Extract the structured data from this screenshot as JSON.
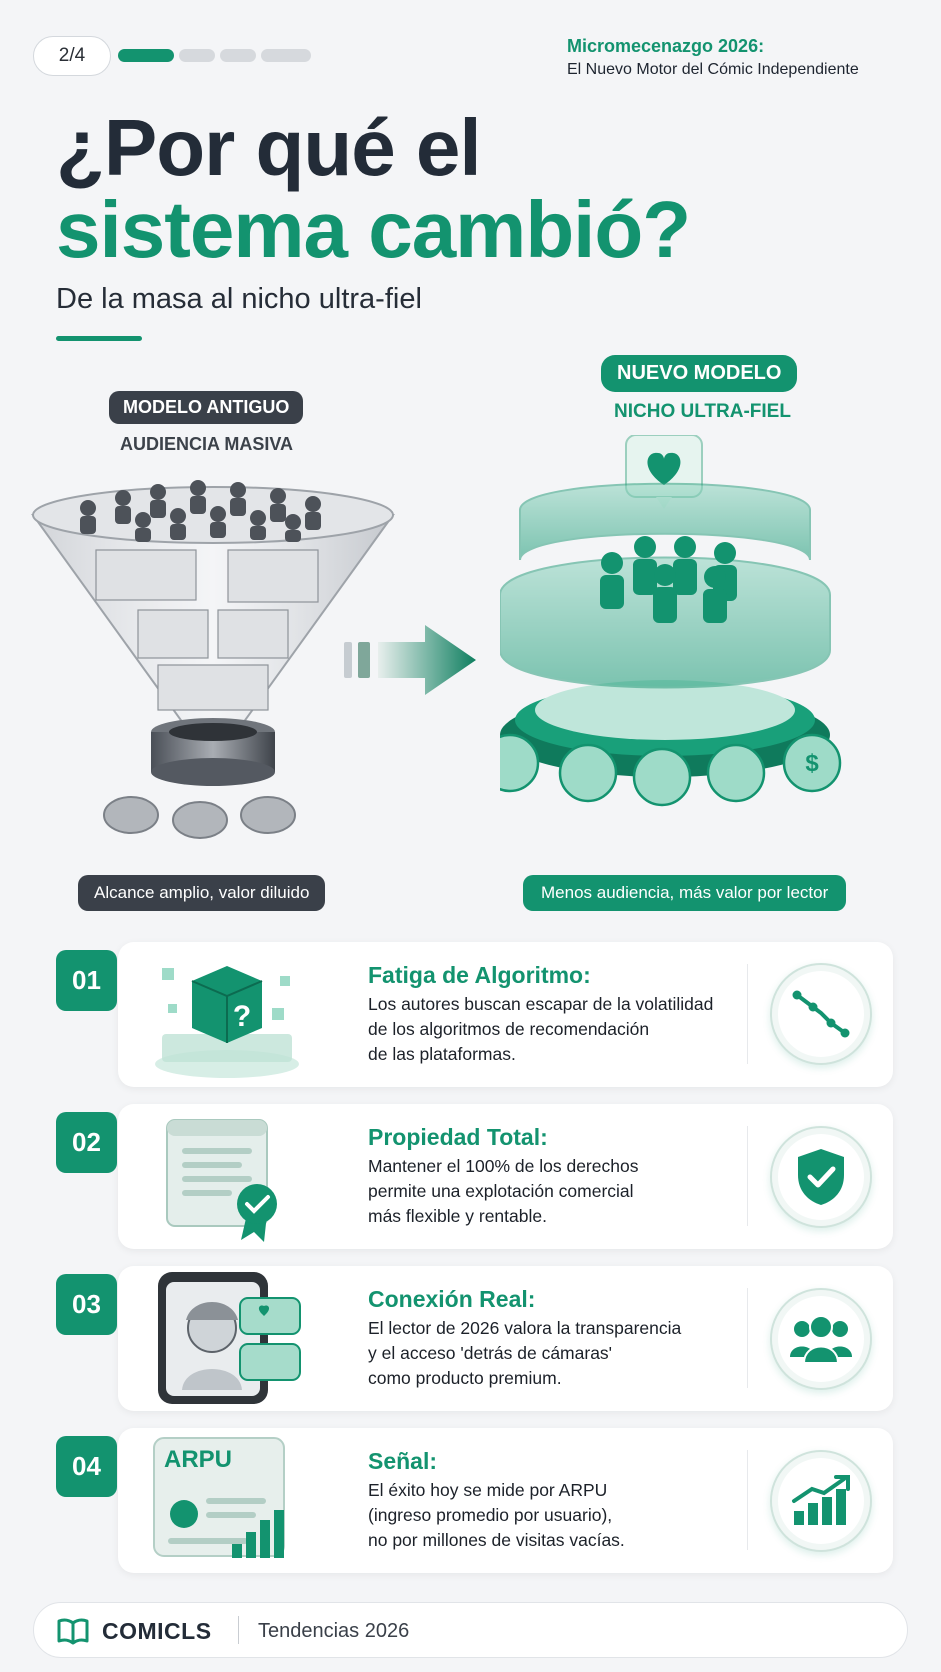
{
  "header": {
    "page_indicator": "2/4",
    "series_title": "Micromecenazgo 2026:",
    "series_subtitle": "El Nuevo Motor del Cómic Independiente"
  },
  "hero": {
    "title_line1": "¿Por qué el",
    "title_line2": "sistema cambió?",
    "subtitle": "De la masa al nicho ultra-fiel"
  },
  "comparison": {
    "old": {
      "tag": "MODELO ANTIGUO",
      "label": "AUDIENCIA MASIVA",
      "caption": "Alcance amplio, valor diluido"
    },
    "new": {
      "tag": "NUEVO MODELO",
      "label": "NICHO ULTRA-FIEL",
      "caption": "Menos audiencia, más valor por lector"
    }
  },
  "reasons": [
    {
      "number": "01",
      "title": "Fatiga de Algoritmo:",
      "lines": [
        "Los autores buscan escapar de la volatilidad",
        "de los algoritmos de recomendación",
        "de las plataformas."
      ],
      "icon": "trend-down-icon"
    },
    {
      "number": "02",
      "title": "Propiedad Total:",
      "lines": [
        "Mantener el 100% de los derechos",
        "permite una explotación comercial",
        "más flexible y rentable."
      ],
      "icon": "shield-check-icon"
    },
    {
      "number": "03",
      "title": "Conexión Real:",
      "lines": [
        "El lector de 2026 valora la transparencia",
        "y el acceso 'detrás de cámaras'",
        "como producto premium."
      ],
      "icon": "users-icon"
    },
    {
      "number": "04",
      "title": "Señal:",
      "lines": [
        "El éxito hoy se mide por ARPU",
        "(ingreso promedio por usuario),",
        "no por millones de visitas vacías."
      ],
      "icon": "growth-chart-icon",
      "illustration_label": "ARPU"
    }
  ],
  "footer": {
    "brand": "COMICLS",
    "tagline": "Tendencias 2026"
  },
  "colors": {
    "accent": "#13936f",
    "dark": "#232c38",
    "pill_dark": "#3a4049"
  }
}
